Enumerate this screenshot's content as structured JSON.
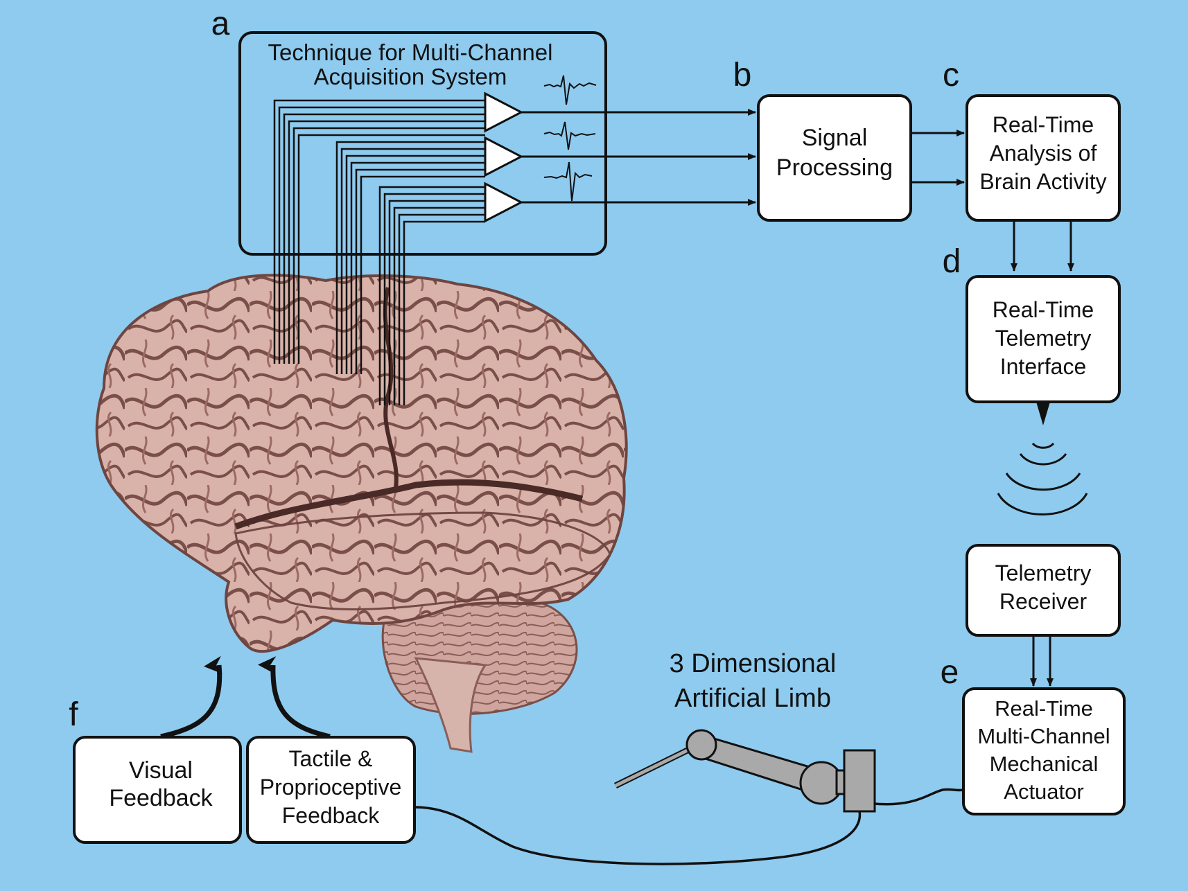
{
  "colors": {
    "background": "#8ecbef",
    "box_fill": "#ffffff",
    "stroke": "#111111",
    "brain": "#d8b0a8",
    "brain_dark": "#8a5e58",
    "limb": "#a9a9a9"
  },
  "panels": {
    "a": {
      "letter": "a",
      "title_line1": "Technique for Multi-Channel",
      "title_line2": "Acquisition System"
    },
    "b": {
      "letter": "b",
      "line1": "Signal",
      "line2": "Processing"
    },
    "c": {
      "letter": "c",
      "line1": "Real-Time",
      "line2": "Analysis of",
      "line3": "Brain Activity"
    },
    "d": {
      "letter": "d",
      "line1": "Real-Time",
      "line2": "Telemetry",
      "line3": "Interface"
    },
    "receiver": {
      "line1": "Telemetry",
      "line2": "Receiver"
    },
    "e": {
      "letter": "e",
      "line1": "Real-Time",
      "line2": "Multi-Channel",
      "line3": "Mechanical",
      "line4": "Actuator"
    },
    "f": {
      "letter": "f"
    },
    "visual": {
      "line1": "Visual",
      "line2": "Feedback"
    },
    "tactile": {
      "line1": "Tactile &",
      "line2": "Proprioceptive",
      "line3": "Feedback"
    },
    "limb": {
      "line1": "3 Dimensional",
      "line2": "Artificial Limb"
    }
  },
  "icons": {
    "brain": "brain-photo-icon",
    "amplifier": "amplifier-triangle-icon",
    "waveform": "spike-waveform-icon",
    "wireless": "wireless-signal-icon",
    "arm": "robotic-arm-icon"
  }
}
